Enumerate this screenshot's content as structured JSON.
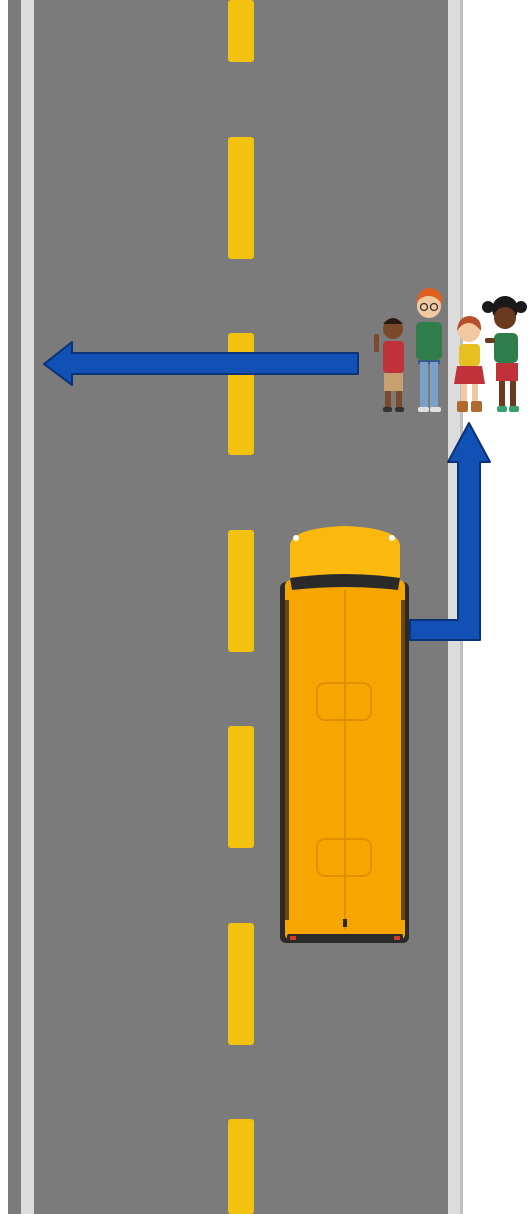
{
  "scene": {
    "colors": {
      "road": "#7b7b7b",
      "edge_line": "#dcdcdc",
      "center_line": "#f2c20f",
      "sidewalk": "#ffffff",
      "arrow": "#1150b4",
      "arrow_outline": "#0a3278",
      "bus_body": "#f7a500",
      "bus_roof": "#fbb80f",
      "bus_trim": "#2a2a2a"
    },
    "icons": {
      "bus": "school-bus-top-view",
      "children": "group-of-students-icon",
      "cross_arrow": "left-arrow-icon",
      "exit_arrow": "up-right-path-arrow-icon"
    },
    "children_count": 4,
    "center_dash_count": 7
  }
}
